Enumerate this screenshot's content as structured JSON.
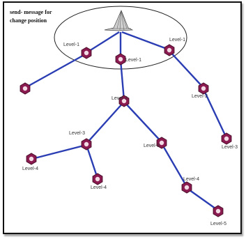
{
  "title_lines": [
    "send- message for",
    "change position"
  ],
  "labels": {
    "l1_left": "Level-1",
    "l1_mid": "Level-1",
    "l1_right": "Level-1",
    "l2_mid": "Level-2",
    "l2_right": "Level-2",
    "l3_left": "Level-3",
    "l3_mid": "Level-3",
    "l3_right": "Level-3",
    "l4_a": "Level-4",
    "l4_b": "Level-4",
    "l4_c": "Level-4",
    "l5": "Level-5"
  },
  "colors": {
    "edge": "#2a3db3",
    "node": "#8a1a4f"
  },
  "icons": {
    "source": "mesh-peak-icon"
  }
}
